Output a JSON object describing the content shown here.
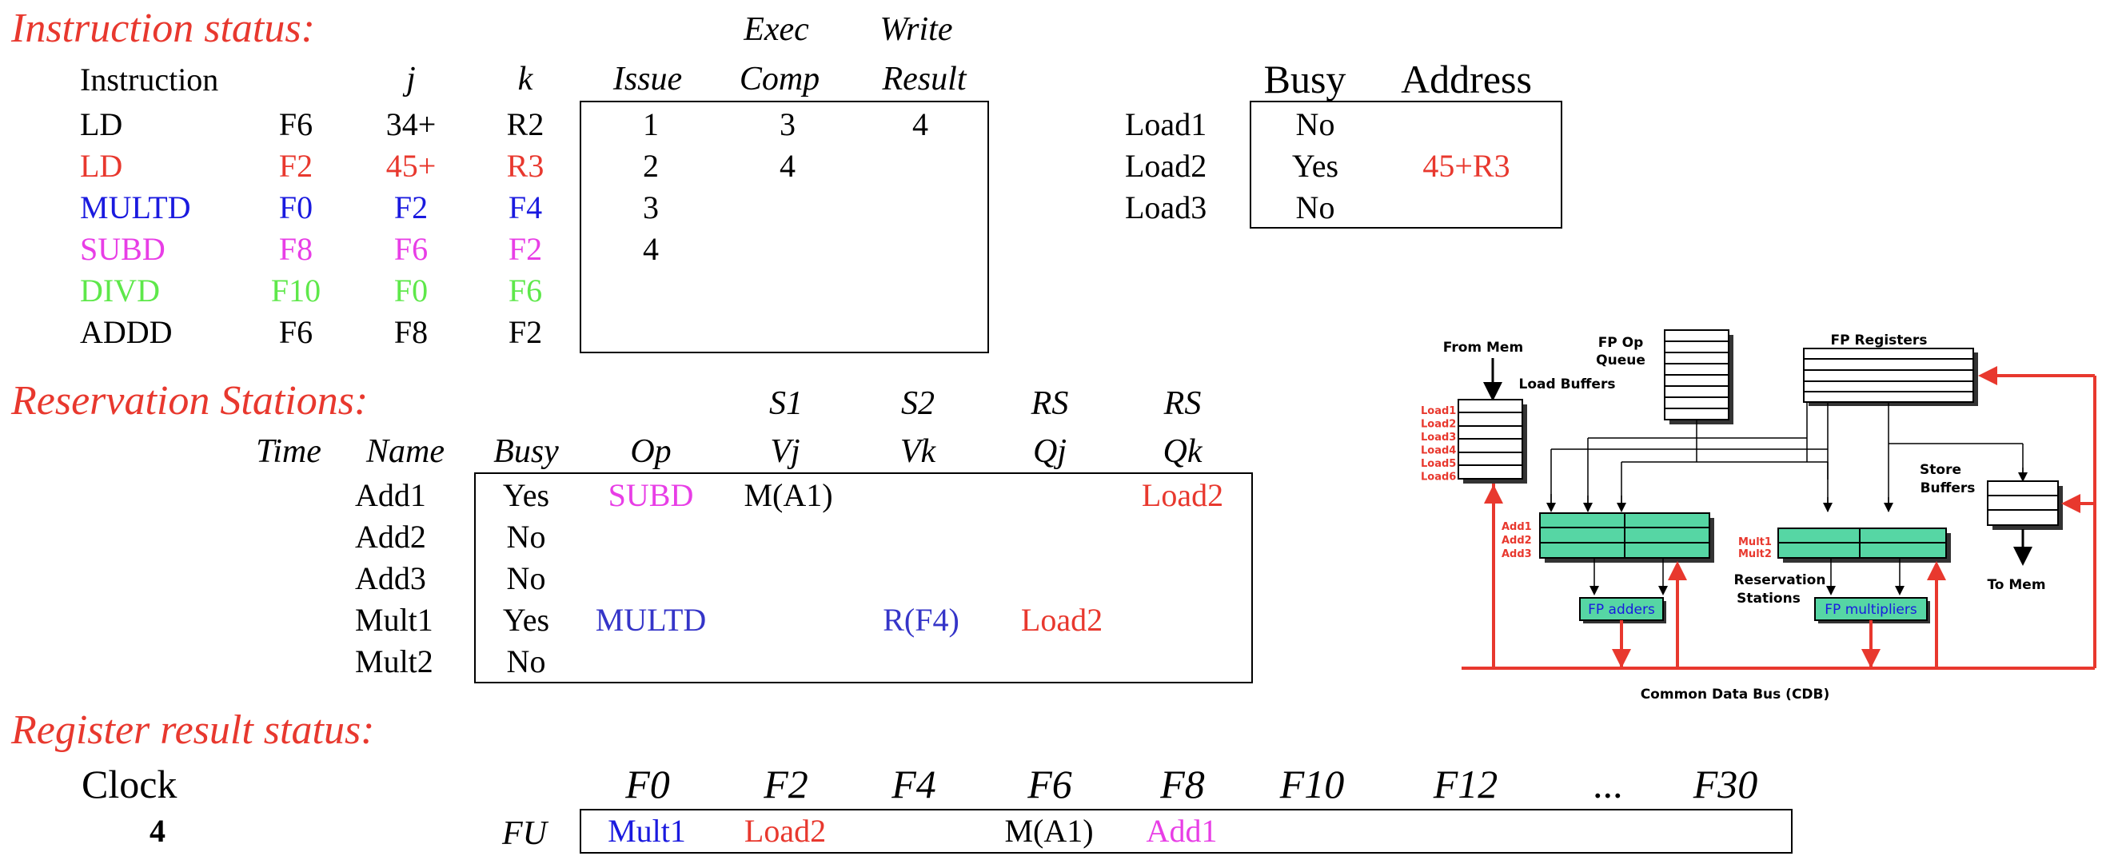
{
  "colors": {
    "red": "#e8382e",
    "black": "#000000",
    "blue": "#1a1adf",
    "magenta": "#e83ee6",
    "green": "#5ee84a",
    "teal": "#56d6a4",
    "purple_blue": "#3535c8"
  },
  "instruction_status": {
    "title": "Instruction status:",
    "col_instruction": "Instruction",
    "col_j": "j",
    "col_k": "k",
    "col_issue": "Issue",
    "col_exec_1": "Exec",
    "col_exec_2": "Comp",
    "col_write_1": "Write",
    "col_write_2": "Result",
    "rows": [
      {
        "op": "LD",
        "dest": "F6",
        "j": "34+",
        "k": "R2",
        "issue": "1",
        "exec": "3",
        "write": "4",
        "color": "#000000"
      },
      {
        "op": "LD",
        "dest": "F2",
        "j": "45+",
        "k": "R3",
        "issue": "2",
        "exec": "4",
        "write": "",
        "color": "#e8382e"
      },
      {
        "op": "MULTD",
        "dest": "F0",
        "j": "F2",
        "k": "F4",
        "issue": "3",
        "exec": "",
        "write": "",
        "color": "#1a1adf"
      },
      {
        "op": "SUBD",
        "dest": "F8",
        "j": "F6",
        "k": "F2",
        "issue": "4",
        "exec": "",
        "write": "",
        "color": "#e83ee6"
      },
      {
        "op": "DIVD",
        "dest": "F10",
        "j": "F0",
        "k": "F6",
        "issue": "",
        "exec": "",
        "write": "",
        "color": "#5ee84a"
      },
      {
        "op": "ADDD",
        "dest": "F6",
        "j": "F8",
        "k": "F2",
        "issue": "",
        "exec": "",
        "write": "",
        "color": "#000000"
      }
    ]
  },
  "load_buffers": {
    "col_busy": "Busy",
    "col_address": "Address",
    "rows": [
      {
        "name": "Load1",
        "busy": "No",
        "address": ""
      },
      {
        "name": "Load2",
        "busy": "Yes",
        "address": "45+R3"
      },
      {
        "name": "Load3",
        "busy": "No",
        "address": ""
      }
    ]
  },
  "reservation_stations": {
    "title": "Reservation Stations:",
    "top_s1": "S1",
    "top_s2": "S2",
    "top_rs1": "RS",
    "top_rs2": "RS",
    "col_time": "Time",
    "col_name": "Name",
    "col_busy": "Busy",
    "col_op": "Op",
    "col_vj": "Vj",
    "col_vk": "Vk",
    "col_qj": "Qj",
    "col_qk": "Qk",
    "rows": [
      {
        "name": "Add1",
        "busy": "Yes",
        "op": "SUBD",
        "op_color": "#e83ee6",
        "vj": "M(A1)",
        "vk": "",
        "qj": "",
        "qk": "Load2"
      },
      {
        "name": "Add2",
        "busy": "No",
        "op": "",
        "op_color": "#000000",
        "vj": "",
        "vk": "",
        "qj": "",
        "qk": ""
      },
      {
        "name": "Add3",
        "busy": "No",
        "op": "",
        "op_color": "#000000",
        "vj": "",
        "vk": "",
        "qj": "",
        "qk": ""
      },
      {
        "name": "Mult1",
        "busy": "Yes",
        "op": "MULTD",
        "op_color": "#3535c8",
        "vj": "",
        "vk": "R(F4)",
        "qj": "Load2",
        "qk": ""
      },
      {
        "name": "Mult2",
        "busy": "No",
        "op": "",
        "op_color": "#000000",
        "vj": "",
        "vk": "",
        "qj": "",
        "qk": ""
      }
    ]
  },
  "register_status": {
    "title": "Register result status:",
    "clock_label": "Clock",
    "clock_value": "4",
    "fu_label": "FU",
    "registers": [
      "F0",
      "F2",
      "F4",
      "F6",
      "F8",
      "F10",
      "F12",
      "...",
      "F30"
    ],
    "fu": [
      {
        "value": "Mult1",
        "color": "#1a1adf"
      },
      {
        "value": "Load2",
        "color": "#e8382e"
      },
      {
        "value": "",
        "color": "#000000"
      },
      {
        "value": "M(A1)",
        "color": "#000000"
      },
      {
        "value": "Add1",
        "color": "#e83ee6"
      },
      {
        "value": "",
        "color": "#000000"
      },
      {
        "value": "",
        "color": "#000000"
      },
      {
        "value": "",
        "color": "#000000"
      },
      {
        "value": "",
        "color": "#000000"
      }
    ]
  },
  "diagram": {
    "from_mem": "From Mem",
    "fp_op_queue_1": "FP Op",
    "fp_op_queue_2": "Queue",
    "load_buffers_label": "Load Buffers",
    "fp_registers": "FP Registers",
    "store_buffers_1": "Store",
    "store_buffers_2": "Buffers",
    "to_mem": "To Mem",
    "load_labels": [
      "Load1",
      "Load2",
      "Load3",
      "Load4",
      "Load5",
      "Load6"
    ],
    "add_labels": [
      "Add1",
      "Add2",
      "Add3"
    ],
    "mult_labels": [
      "Mult1",
      "Mult2"
    ],
    "reservation_1": "Reservation",
    "reservation_2": "Stations",
    "fp_adders": "FP adders",
    "fp_multipliers": "FP multipliers",
    "cdb": "Common Data Bus (CDB)"
  }
}
